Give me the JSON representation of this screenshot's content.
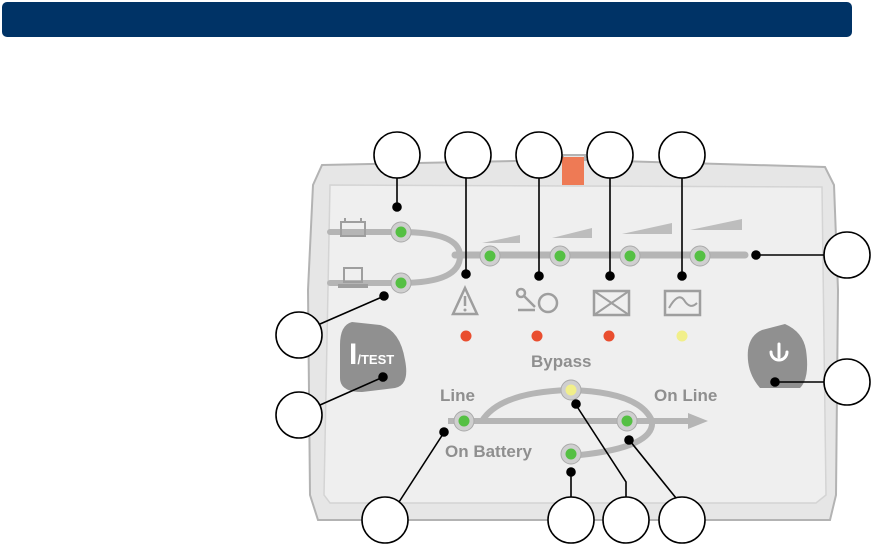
{
  "header": {
    "title": ""
  },
  "panel": {
    "test_button": {
      "main": "I",
      "sub": "/TEST"
    },
    "flow": {
      "bypass": "Bypass",
      "line": "Line",
      "on_line": "On Line",
      "on_battery": "On Battery"
    }
  },
  "colors": {
    "header": "#003366",
    "led_green": "#55c043",
    "led_red": "#e94e2f",
    "led_yellow": "#f1ef8a",
    "panel_tab": "#ee7a55"
  },
  "icons": [
    "battery-icon",
    "computer-icon",
    "warning-icon",
    "overload-icon",
    "battery-fault-icon",
    "bypass-wave-icon",
    "power-icon"
  ]
}
